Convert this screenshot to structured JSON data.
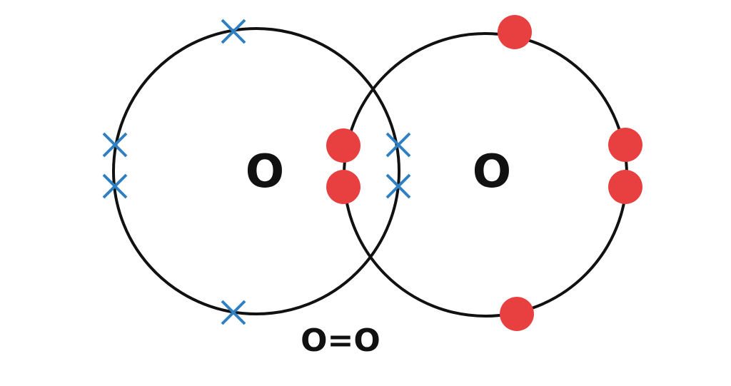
{
  "atoms": [
    {
      "symbol": "O",
      "electron_marker": "cross",
      "electron_color": "#2f7fc1"
    },
    {
      "symbol": "O",
      "electron_marker": "dot",
      "electron_color": "#e84040"
    }
  ],
  "formula": "O=O",
  "colors": {
    "shell": "#111111",
    "cross_electron": "#2f7fc1",
    "dot_electron": "#e84040"
  }
}
